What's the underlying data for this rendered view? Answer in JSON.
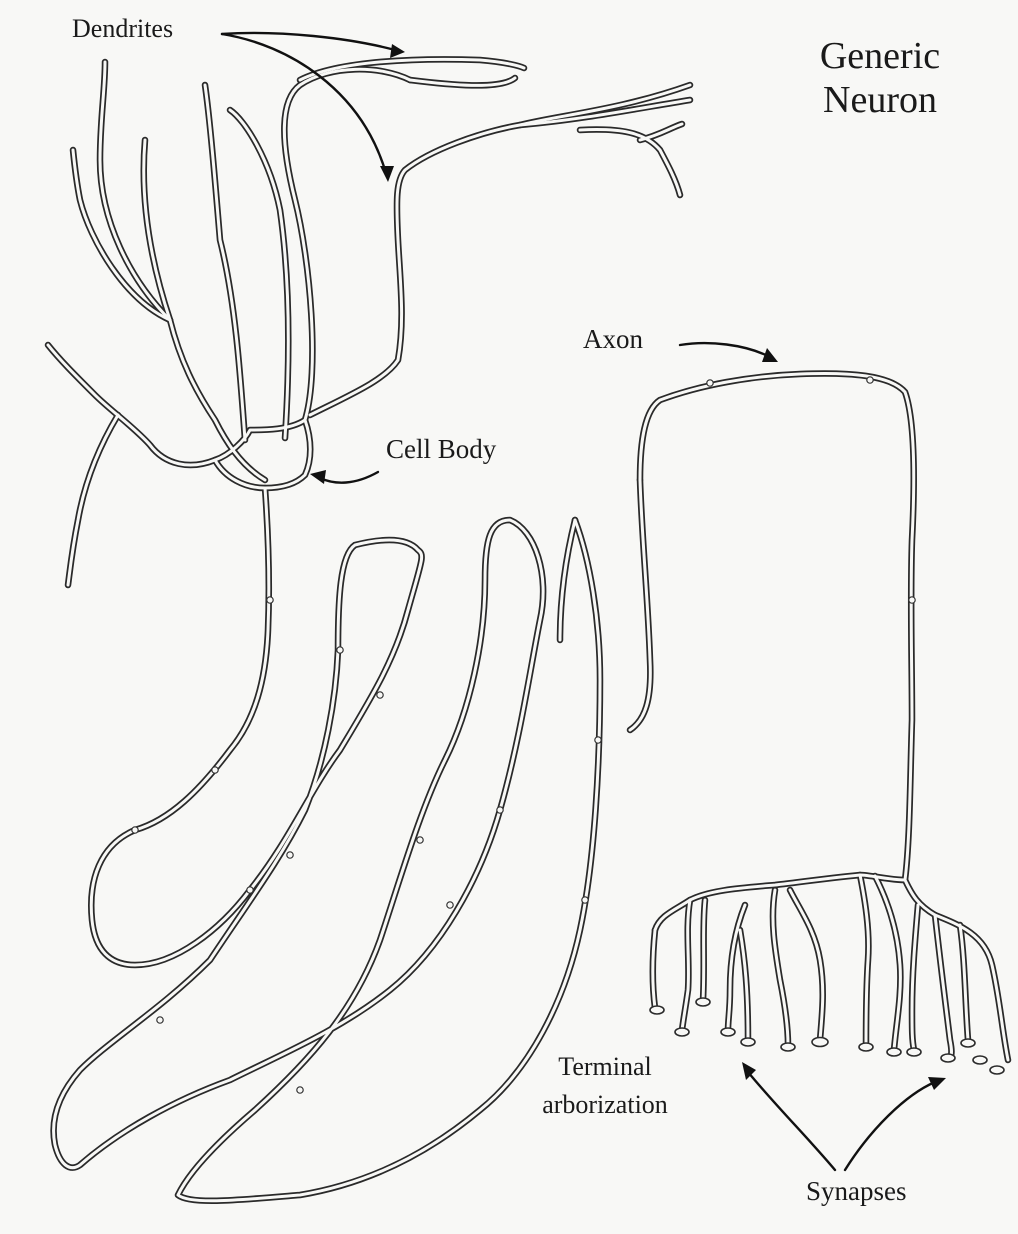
{
  "title": {
    "line1": "Generic",
    "line2": "Neuron"
  },
  "labels": {
    "dendrites": "Dendrites",
    "axon": "Axon",
    "cell_body": "Cell Body",
    "terminal_line1": "Terminal",
    "terminal_line2": "arborization",
    "synapses": "Synapses"
  },
  "colors": {
    "line": "#2a2a2a",
    "background": "#f8f8f6"
  }
}
